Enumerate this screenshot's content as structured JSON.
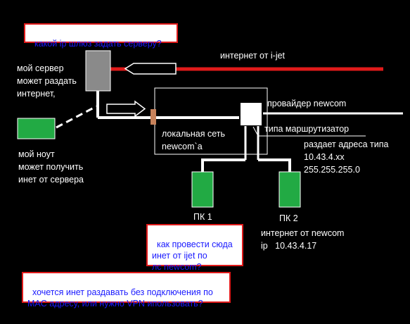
{
  "notes": {
    "gateway_question": "какой ip шлюз задать серверу?",
    "pc1_question": "как провести сюда\nинет от ijet по\nлс newcom?",
    "mac_question": "хочется инет раздавать без подключения по\nMAC адресу, или нужно VPN ипользовать?"
  },
  "labels": {
    "my_server": "мой сервер\nможет раздать\nинтернет,",
    "internet_ijet": "интернет от i-jet",
    "provider": "провайдер newcom",
    "router_type": "типа маршрутизатор",
    "dhcp": "раздает адреса типа\n10.43.4.xx\n255.255.255.0",
    "lan": "локальная сеть\nnewcom`a",
    "laptop": "мой ноут\nможет получить\nинет от сервера",
    "pc1": "ПК 1",
    "pc2": "ПК 2",
    "pc2_info": "интернет от newcom\nip   10.43.4.17"
  },
  "colors": {
    "background": "#000000",
    "wire": "#ffffff",
    "ijet_line": "#e01a1a",
    "device_green": "#22aa44",
    "server_gray": "#8a8a8a",
    "connector": "#c8825a",
    "note_border": "#e01a1a",
    "note_text": "#1a1aff"
  },
  "icons": [
    "server-icon",
    "laptop-icon",
    "pc-icon",
    "router-icon",
    "arrow-icon"
  ]
}
